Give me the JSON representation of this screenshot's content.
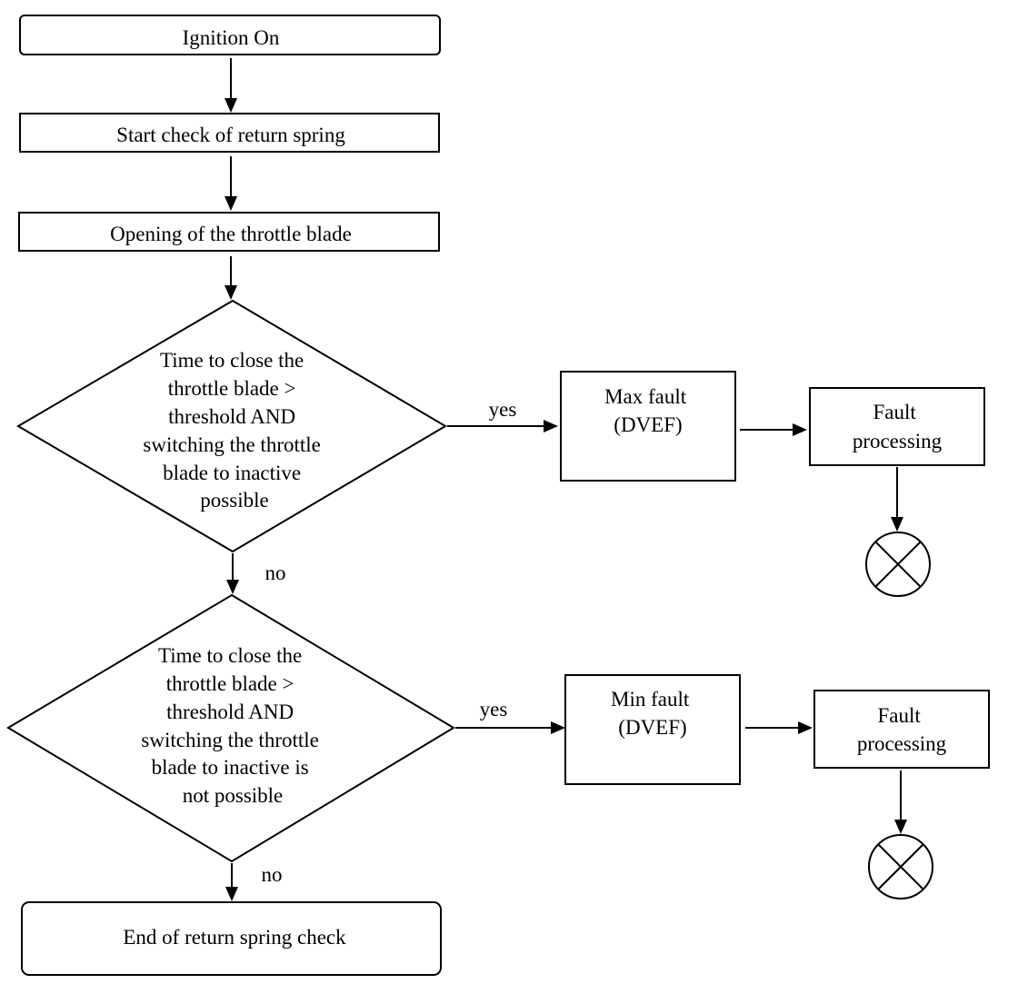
{
  "nodes": {
    "ignition_on": "Ignition On",
    "start_check": "Start check of return spring",
    "opening": "Opening of the throttle blade",
    "decision_max": [
      "Time to close the",
      "throttle blade >",
      "threshold AND",
      "switching the throttle",
      "blade to inactive",
      "possible"
    ],
    "max_fault": [
      "Max fault",
      "(DVEF)"
    ],
    "fault_processing_1": [
      "Fault",
      "processing"
    ],
    "decision_min": [
      "Time to close the",
      "throttle blade >",
      "threshold AND",
      "switching the throttle",
      "blade to inactive is",
      "not possible"
    ],
    "min_fault": [
      "Min fault",
      "(DVEF)"
    ],
    "fault_processing_2": [
      "Fault",
      "processing"
    ],
    "end": "End of return spring check"
  },
  "edge_labels": {
    "yes_1": "yes",
    "no_1": "no",
    "yes_2": "yes",
    "no_2": "no"
  },
  "terminator_icon": "circle-x-icon"
}
